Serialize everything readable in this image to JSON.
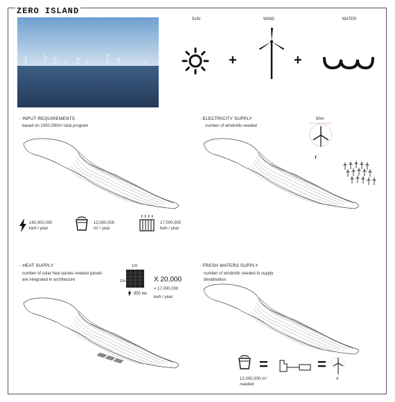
{
  "title": "ZERO ISLAND",
  "elements": {
    "sun": "SUN",
    "wind": "WIND",
    "water": "WATER",
    "plus": "+"
  },
  "input": {
    "title": "INPUT REQUIREMENTS",
    "subtitle": "based on 1000.000m² total program",
    "stats": [
      {
        "value": "140,000,000",
        "unit": "kwh / year",
        "icon": "lightning-icon"
      },
      {
        "value": "12,000,000",
        "unit": "m³ / year",
        "icon": "bucket-icon"
      },
      {
        "value": "17,000,000",
        "unit": "kwh / year",
        "icon": "radiator-icon"
      }
    ]
  },
  "electricity": {
    "title": "ELECTRICITY SUPPLY",
    "subtitle": "number of windmills needed",
    "diameter": "90m"
  },
  "heat": {
    "title": "HEAT SUPPLY",
    "subtitle_1": "number of solar heat panels needed panels",
    "subtitle_2": "are integrated in architecture",
    "panel_width": "1m",
    "panel_height": "1m",
    "panel_output": "850 kw",
    "multiplier": "X 20,000",
    "total": "= 17,000,000",
    "total_unit": "kwh / year"
  },
  "water": {
    "title": "FRESH WATERS SUPPLY",
    "subtitle_1": "number of windmills needed to supply",
    "subtitle_2": "desalination",
    "volume": "12,000,000 m³",
    "volume_note": "needed",
    "equals": "=",
    "windmill_count": "4"
  },
  "colors": {
    "accent_dash": "#c0392b",
    "sea": "#2f4a6b",
    "sky": "#8fb5d8"
  }
}
